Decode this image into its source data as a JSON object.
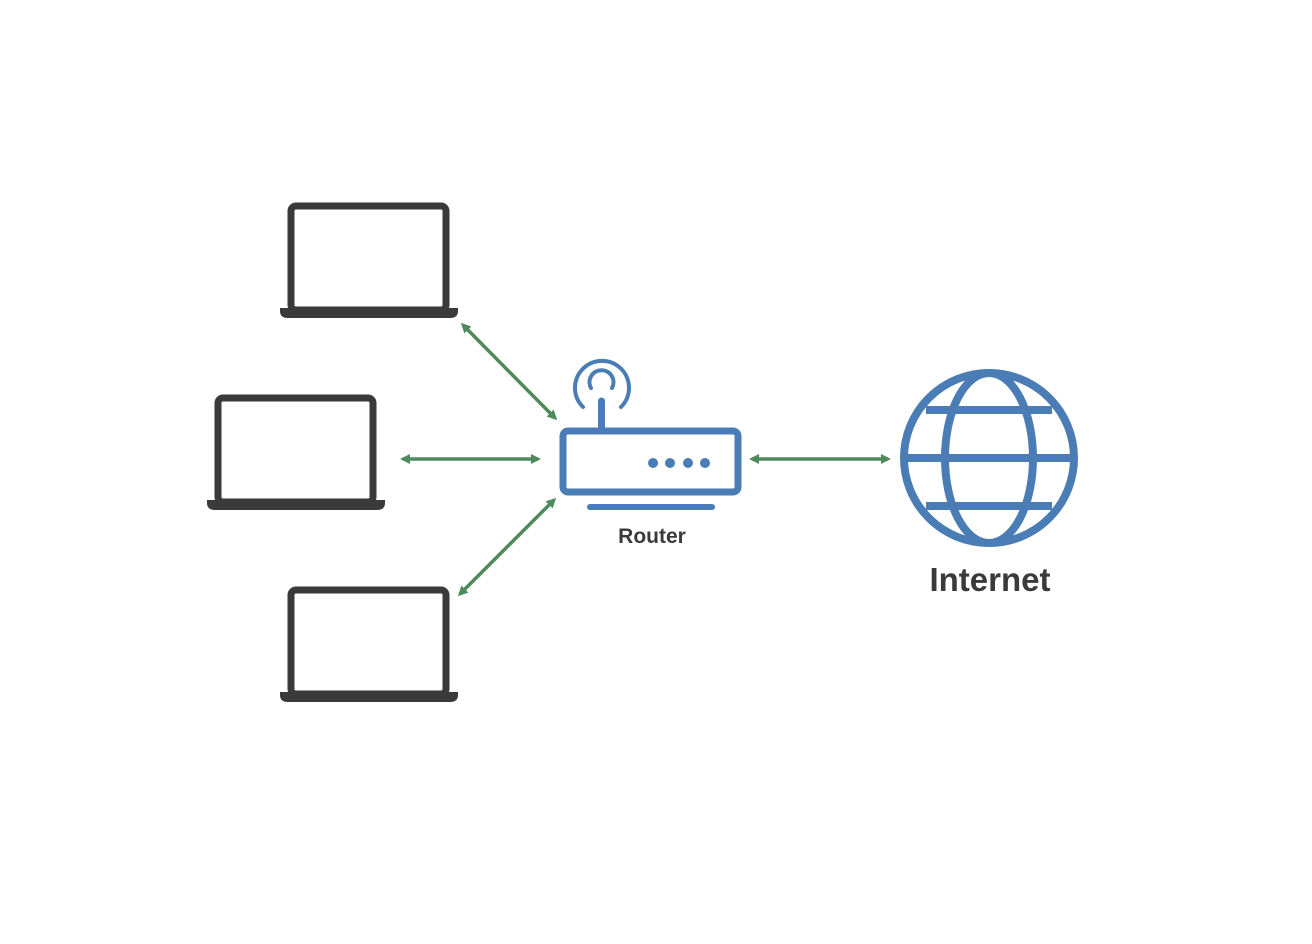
{
  "diagram": {
    "nodes": {
      "laptops": [
        {
          "icon": "laptop-icon"
        },
        {
          "icon": "laptop-icon"
        },
        {
          "icon": "laptop-icon"
        }
      ],
      "router": {
        "icon": "router-icon",
        "label": "Router"
      },
      "internet": {
        "icon": "globe-icon",
        "label": "Internet"
      }
    },
    "connections": [
      {
        "from": "laptop-1",
        "to": "router",
        "type": "bidirectional"
      },
      {
        "from": "laptop-2",
        "to": "router",
        "type": "bidirectional"
      },
      {
        "from": "laptop-3",
        "to": "router",
        "type": "bidirectional"
      },
      {
        "from": "router",
        "to": "internet",
        "type": "bidirectional"
      }
    ],
    "colors": {
      "device": "#3a3a3a",
      "network": "#4a7db5",
      "arrow": "#4e8a5b",
      "label": "#3a3a3a"
    }
  }
}
